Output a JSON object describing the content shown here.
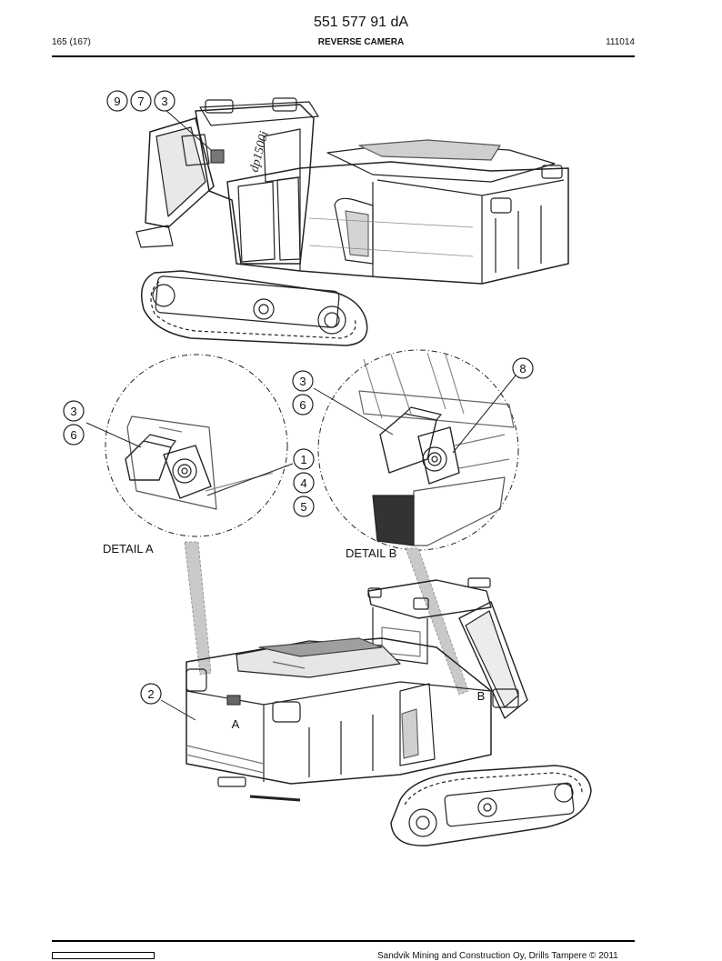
{
  "header": {
    "doc_number": "551 577 91 dA",
    "page": "165 (167)",
    "section_title": "REVERSE CAMERA",
    "date_code": "111014"
  },
  "figure": {
    "callouts_top": [
      "9",
      "7",
      "3"
    ],
    "detail_a": {
      "label": "DETAIL A",
      "callouts": [
        "3",
        "6",
        "1",
        "4",
        "5"
      ]
    },
    "detail_b": {
      "label": "DETAIL B",
      "callouts": [
        "3",
        "6",
        "8"
      ]
    },
    "lower_callout": "2",
    "view_marks": {
      "a": "A",
      "b": "B"
    }
  },
  "footer": {
    "copyright": "Sandvik Mining and Construction Oy, Drills Tampere © 2011"
  }
}
